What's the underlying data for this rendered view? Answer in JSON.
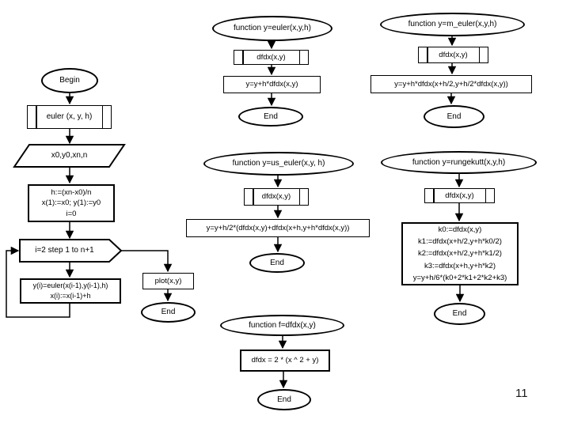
{
  "page": {
    "number": "11"
  },
  "colors": {
    "stroke": "#000000",
    "background": "#ffffff"
  },
  "flowchart": {
    "main": {
      "begin": "Begin",
      "call_euler": "euler (x, y, h)",
      "input": "x0,y0,xn,n",
      "init": "h:=(xn-x0)/n\nx(1):=x0; y(1):=y0\ni=0",
      "loop": "i=2 step 1 to n+1",
      "body": "y(i)=euler(x(i-1),y(i-1),h)\nx(i):=x(i-1)+h",
      "plot": "plot(x,y)",
      "end": "End"
    },
    "euler_fn": {
      "title": "function y=euler(x,y,h)",
      "call_dfdx": "dfdx(x,y)",
      "step": "y=y+h*dfdx(x,y)",
      "end": "End"
    },
    "m_euler_fn": {
      "title": "function y=m_euler(x,y,h)",
      "call_dfdx": "dfdx(x,y)",
      "step": "y=y+h*dfdx(x+h/2,y+h/2*dfdx(x,y))",
      "end": "End"
    },
    "us_euler_fn": {
      "title": "function y=us_euler(x,y, h)",
      "call_dfdx": "dfdx(x,y)",
      "step": "y=y+h/2*(dfdx(x,y)+dfdx(x+h,y+h*dfdx(x,y))",
      "end": "End"
    },
    "rungekutt_fn": {
      "title": "function y=rungekutt(x,y,h)",
      "call_dfdx": "dfdx(x,y)",
      "step": "k0:=dfdx(x,y)\nk1:=dfdx(x+h/2,y+h*k0/2)\nk2:=dfdx(x+h/2,y+h*k1/2)\nk3:=dfdx(x+h,y+h*k2)\ny=y+h/6*(k0+2*k1+2*k2+k3)",
      "end": "End"
    },
    "dfdx_fn": {
      "title": "function f=dfdx(x,y)",
      "step": "dfdx = 2 * (x ^ 2 + y)",
      "end": "End"
    }
  }
}
